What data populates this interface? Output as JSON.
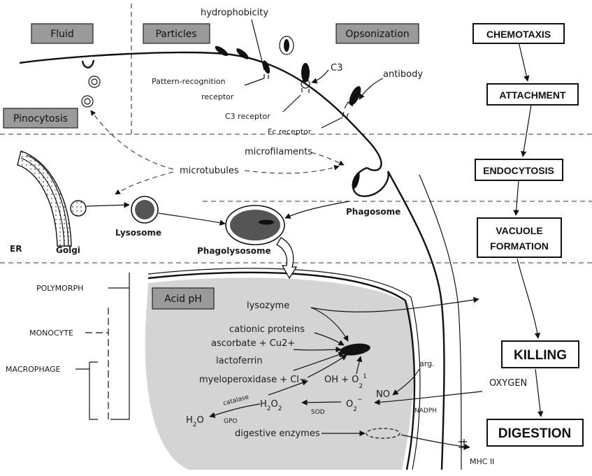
{
  "boxes": {
    "fluid": "Fluid",
    "particles": "Particles",
    "opsonization": "Opsonization",
    "pinocytosis": "Pinocytosis",
    "acid_ph": "Acid pH"
  },
  "steps": [
    "CHEMOTAXIS",
    "ATTACHMENT",
    "ENDOCYTOSIS",
    "VACUOLE",
    "FORMATION",
    "KILLING",
    "DIGESTION"
  ],
  "labels": {
    "hydrophobicity": "hydrophobicity",
    "c3": "C3",
    "antibody": "antibody",
    "prr_line1": "Pattern-recognition",
    "prr_line2": "receptor",
    "c3_receptor": "C3 receptor",
    "fc_receptor": "Fc receptor",
    "microfilaments": "microfilaments",
    "microtubules": "microtubules",
    "er": "ER",
    "golgi": "Golgi",
    "lysosome": "Lysosome",
    "phagosome": "Phagosome",
    "phagolysosome": "Phagolysosome",
    "polymorph": "POLYMORPH",
    "monocyte": "MONOCYTE",
    "macrophage": "MACROPHAGE",
    "lysozyme": "lysozyme",
    "cationic_proteins": "cationic proteins",
    "ascorbate": "ascorbate + Cu2+",
    "lactoferrin": "lactoferrin",
    "myeloperoxidase": "myeloperoxidase + Cl−",
    "oh_o2": "OH + O",
    "o2_super": "1",
    "o2_sub": "2",
    "arg": "arg.",
    "no": "NO",
    "o2minus": "O",
    "o2minus_sup": "−",
    "o2minus_sub": "2",
    "oxygen": "OXYGEN",
    "nadph": "NADPH",
    "h2o2": "H",
    "h2o2_sub1": "2",
    "h2o2_o": "O",
    "h2o2_sub2": "2",
    "catalase": "catalase",
    "gpo": "GPO",
    "h2o": "H",
    "h2o_sub": "2",
    "h2o_o": "O",
    "sod": "SOD",
    "digestive_enzymes": "digestive enzymes",
    "mhc2": "MHC II"
  }
}
